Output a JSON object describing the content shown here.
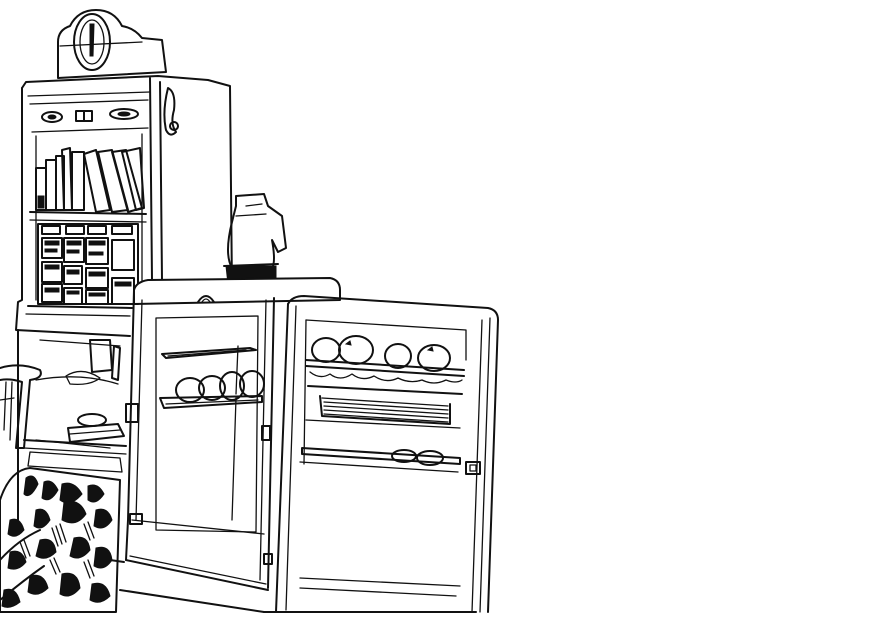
{
  "illustration": {
    "style": "black line drawing on white",
    "colors": {
      "ink": "#111111",
      "paper": "#ffffff"
    },
    "objects": [
      "mantel-clock",
      "bookshelf-cabinet",
      "books",
      "jars-grid",
      "kettle",
      "refrigerator",
      "fridge-door",
      "eggs",
      "apples",
      "chair",
      "patterned-cloth"
    ]
  }
}
